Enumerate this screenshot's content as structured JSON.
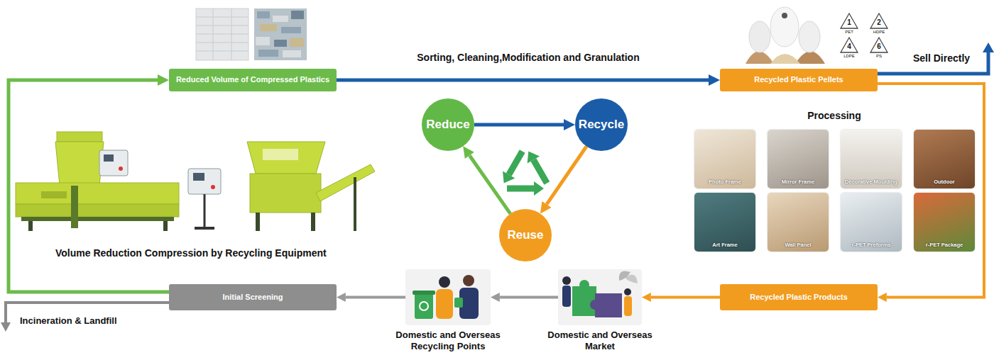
{
  "diagram": {
    "nodes": [
      {
        "text": [
          "Reduced Volume of Compressed Plastics"
        ]
      },
      {
        "text": [
          "Recycled Plastic Pellets"
        ]
      },
      {
        "text": [
          "Reduce"
        ]
      },
      {
        "text": [
          "Recycle"
        ]
      },
      {
        "text": [
          "Reuse"
        ]
      },
      {
        "text": [
          "Photo Frame"
        ]
      },
      {
        "text": [
          "Mirror Frame"
        ]
      },
      {
        "text": [
          "Decorative Moulding"
        ]
      },
      {
        "text": [
          "Outdoor"
        ]
      },
      {
        "text": [
          "Art Frame"
        ]
      },
      {
        "text": [
          "Wall Panel"
        ]
      },
      {
        "text": [
          "r-PET Preforms"
        ]
      },
      {
        "text": [
          "r-PET Package"
        ]
      },
      {
        "text": [
          "Recycled Plastic Products"
        ]
      },
      {
        "text": [
          "Domestic and Overseas Market"
        ]
      },
      {
        "text": [
          "Domestic and Overseas Recycling Points"
        ]
      },
      {
        "text": [
          "Initial Screening"
        ]
      }
    ],
    "edges": [
      {
        "from": 0,
        "to": 1,
        "label": "Sorting, Cleaning,Modification and Granulation",
        "arrow": "to"
      },
      {
        "from": 1,
        "to": 13,
        "arrow": "to"
      },
      {
        "from": 13,
        "to": 14,
        "arrow": "to"
      },
      {
        "from": 14,
        "to": 15,
        "arrow": "to"
      },
      {
        "from": 15,
        "to": 16,
        "arrow": "to"
      },
      {
        "from": 16,
        "to": 0,
        "arrow": "to"
      },
      {
        "from": 2,
        "to": 3,
        "arrow": "to"
      },
      {
        "from": 3,
        "to": 4,
        "arrow": "to"
      },
      {
        "from": 4,
        "to": 2,
        "arrow": "to"
      }
    ],
    "labels": [
      "1",
      "PET",
      "2",
      "HDPE",
      "4",
      "LDPE",
      "6",
      "PS",
      "Sell Directly",
      "Processing",
      "Volume Reduction Compression by Recycling Equipment",
      "Incineration & Landfill"
    ]
  }
}
